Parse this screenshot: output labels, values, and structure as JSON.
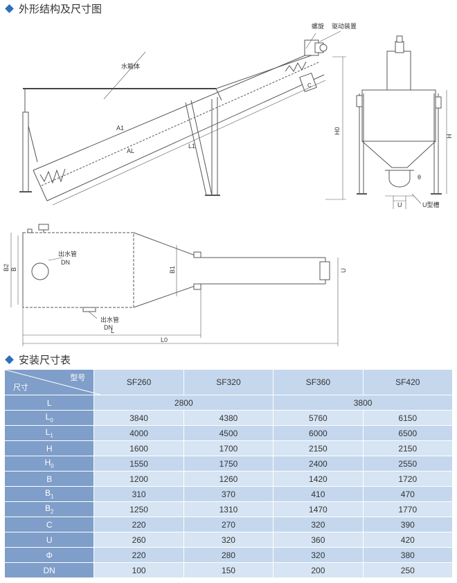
{
  "section1_title": "外形结构及尺寸图",
  "section2_title": "安装尺寸表",
  "diagram_labels": {
    "water_tank": "水箱体",
    "spiral": "螺旋",
    "drive": "驱动装置",
    "u_trough": "U型槽",
    "outlet1": "出水管",
    "outlet2": "出水管",
    "dn1": "DN",
    "dn2": "DN",
    "a1": "A1",
    "al": "AL",
    "l1": "L1",
    "h0": "H0",
    "h": "H",
    "c": "C",
    "u_side": "U",
    "u_plan": "U",
    "theta": "θ",
    "b": "B",
    "b1": "B1",
    "b2": "B2",
    "l": "L",
    "l0": "L0"
  },
  "table": {
    "corner_model": "型号",
    "corner_size": "尺寸",
    "models": [
      "SF260",
      "SF320",
      "SF360",
      "SF420"
    ],
    "rows": [
      {
        "name": "L",
        "sub": "",
        "merged": [
          "2800",
          "3800"
        ]
      },
      {
        "name": "L",
        "sub": "0",
        "values": [
          "3840",
          "4380",
          "5760",
          "6150"
        ]
      },
      {
        "name": "L",
        "sub": "1",
        "values": [
          "4000",
          "4500",
          "6000",
          "6500"
        ]
      },
      {
        "name": "H",
        "sub": "",
        "values": [
          "1600",
          "1700",
          "2150",
          "2150"
        ]
      },
      {
        "name": "H",
        "sub": "0",
        "values": [
          "1550",
          "1750",
          "2400",
          "2550"
        ]
      },
      {
        "name": "B",
        "sub": "",
        "values": [
          "1200",
          "1260",
          "1420",
          "1720"
        ]
      },
      {
        "name": "B",
        "sub": "1",
        "values": [
          "310",
          "370",
          "410",
          "470"
        ]
      },
      {
        "name": "B",
        "sub": "2",
        "values": [
          "1250",
          "1310",
          "1470",
          "1770"
        ]
      },
      {
        "name": "C",
        "sub": "",
        "values": [
          "220",
          "270",
          "320",
          "390"
        ]
      },
      {
        "name": "U",
        "sub": "",
        "values": [
          "260",
          "320",
          "360",
          "420"
        ]
      },
      {
        "name": "Φ",
        "sub": "",
        "values": [
          "220",
          "280",
          "320",
          "380"
        ]
      },
      {
        "name": "DN",
        "sub": "",
        "values": [
          "100",
          "150",
          "200",
          "250"
        ]
      }
    ]
  }
}
